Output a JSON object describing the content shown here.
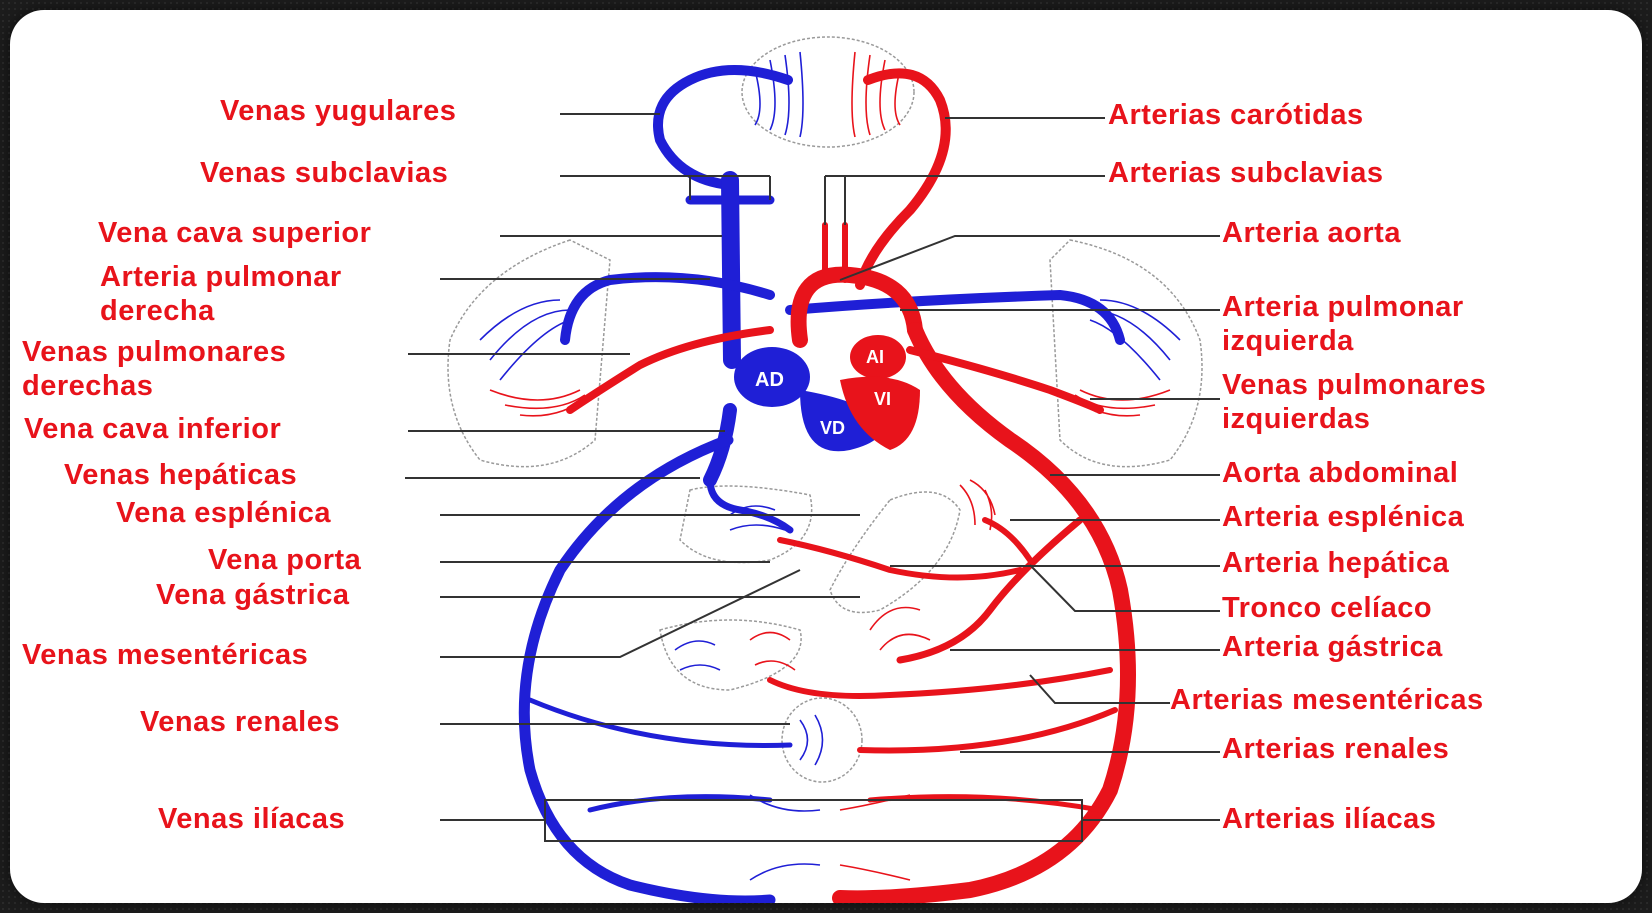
{
  "labels": {
    "left": [
      "Venas yugulares",
      "Venas subclavias",
      "Vena cava superior",
      "Arteria pulmonar\nderecha",
      "Venas pulmonares\nderechas",
      "Vena cava inferior",
      "Venas hepáticas",
      "Vena esplénica",
      "Vena porta",
      "Vena gástrica",
      "Venas mesentéricas",
      "Venas renales",
      "Venas ilíacas"
    ],
    "right": [
      "Arterias carótidas",
      "Arterias subclavias",
      "Arteria aorta",
      "Arteria pulmonar\nizquierda",
      "Venas pulmonares\nizquierdas",
      "Aorta abdominal",
      "Arteria esplénica",
      "Arteria hepática",
      "Tronco celíaco",
      "Arteria gástrica",
      "Arterias mesentéricas",
      "Arterias renales",
      "Arterias ilíacas"
    ]
  },
  "heart": {
    "ad": "AD",
    "ai": "AI",
    "vd": "VD",
    "vi": "VI"
  },
  "colors": {
    "artery": "#e8131b",
    "vein": "#1f1fd6",
    "label": "#e8131b",
    "leader": "#333333"
  }
}
